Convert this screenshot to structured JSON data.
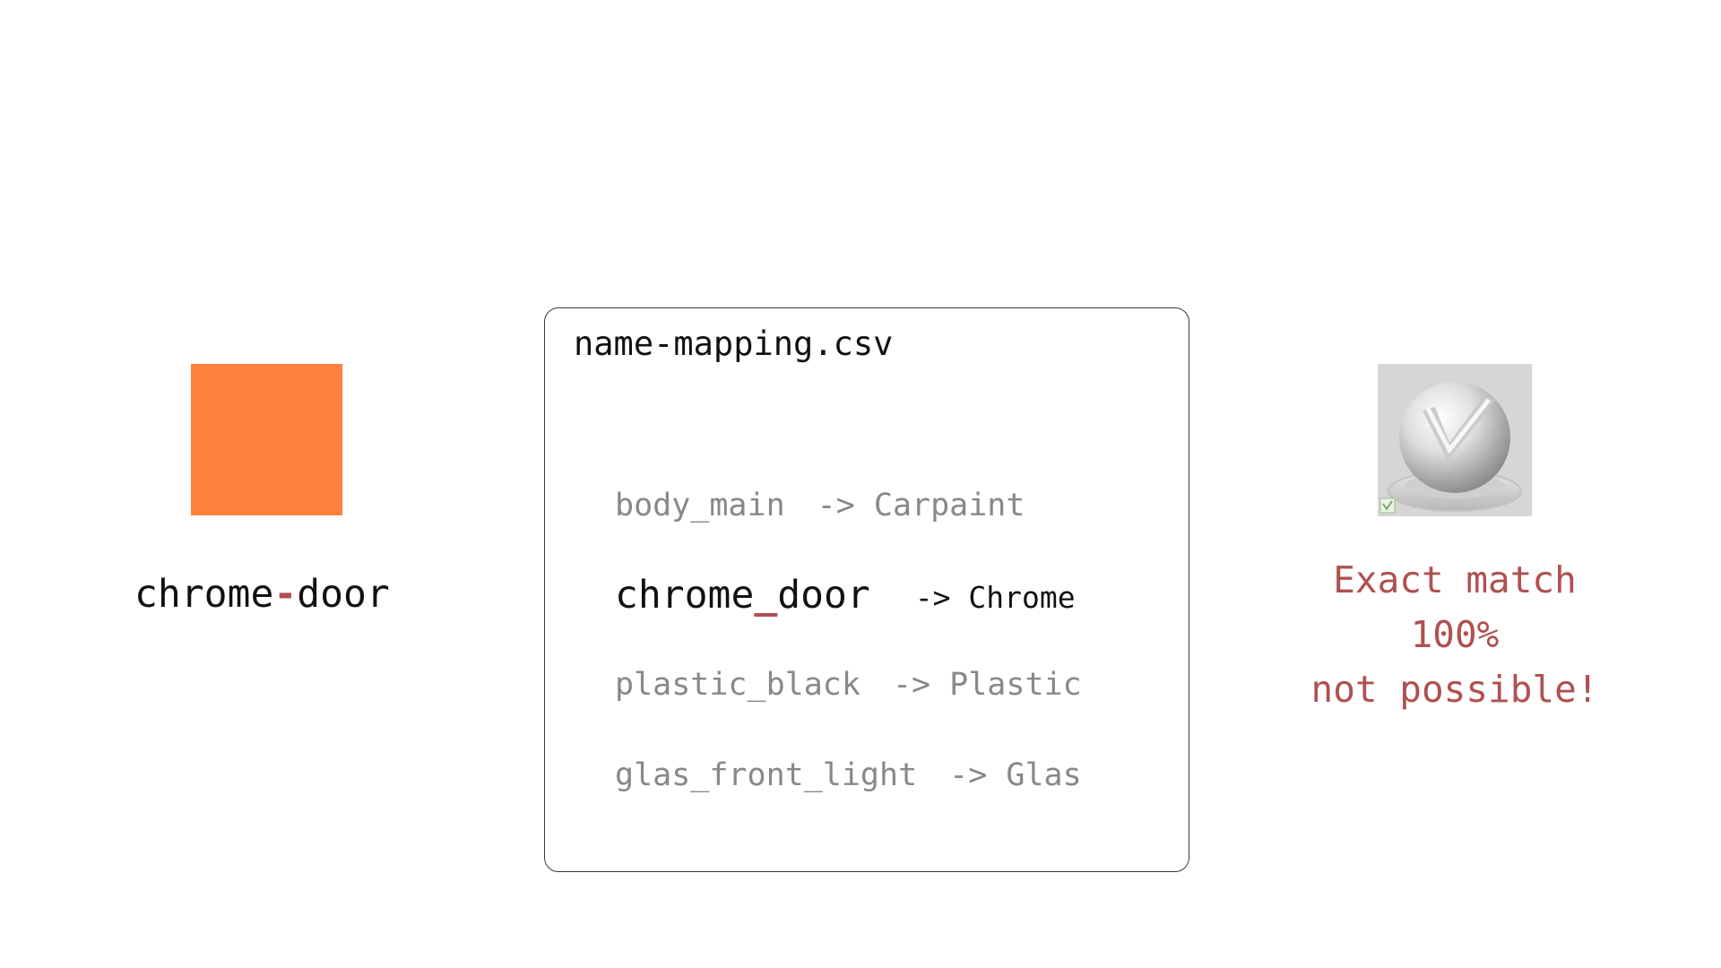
{
  "colors": {
    "swatch": "#ff7f3e",
    "highlight": "#b05050",
    "warning": "#b05050",
    "muted": "#888888",
    "text": "#111111"
  },
  "left": {
    "object_name_parts": [
      "chrome",
      "-",
      "door"
    ]
  },
  "card": {
    "title": "name-mapping.csv",
    "rows": [
      {
        "source": "body_main",
        "arrow": "-> Carpaint",
        "active": false
      },
      {
        "source_parts": [
          "chrome",
          "_",
          "door"
        ],
        "arrow": "-> Chrome",
        "active": true
      },
      {
        "source": "plastic_black",
        "arrow": "-> Plastic",
        "active": false
      },
      {
        "source": "glas_front_light",
        "arrow": "-> Glas",
        "active": false
      }
    ]
  },
  "right": {
    "preview_icon": "chrome-sphere-preview-icon",
    "warning_lines": [
      "Exact match",
      "100%",
      "not possible!"
    ]
  }
}
